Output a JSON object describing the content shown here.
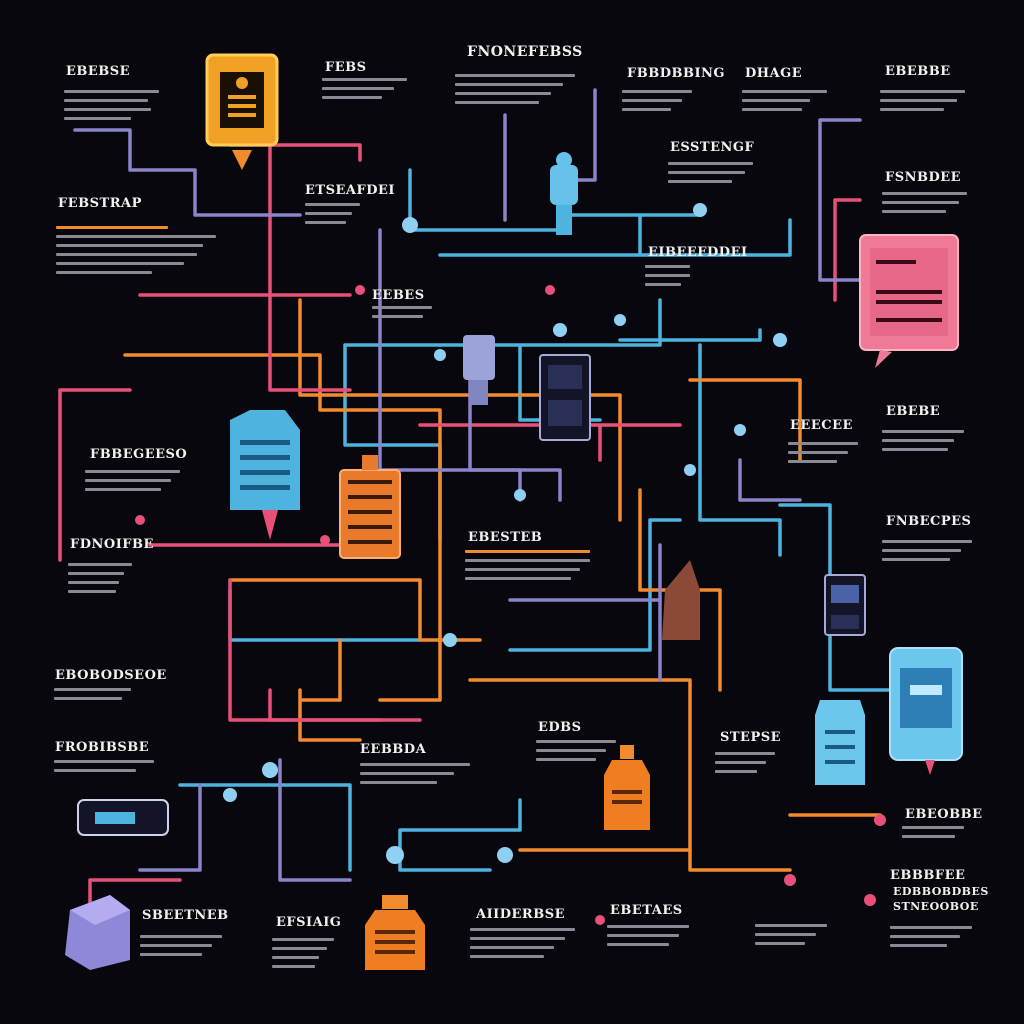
{
  "labels": {
    "top_center": "FNONEFEBSS",
    "l1": "EBEBSE",
    "l2": "FEBS",
    "l3": "FBBDBBING",
    "l4": "DHAGE",
    "l5": "EBEBBE",
    "l6": "FEBSTRAP",
    "l7": "ESSTENGF",
    "l8": "FSNBDEE",
    "l9": "ETSEAFDEI",
    "l10": "EEBES",
    "l11": "EIBEEFDDEI",
    "l12": "FBBEGEESO",
    "l13": "EEECEE",
    "l14": "EBEBE",
    "l15": "FDNOIFBE",
    "l16": "EBESTEB",
    "l17": "FNBECPES",
    "l18": "EBOBODSEOE",
    "l19": "FROBIBSBE",
    "l20": "EEBBDA",
    "l21": "EDBS",
    "l22": "STEPSE",
    "l23": "EBEOBBE",
    "l24": "EBBBFEE",
    "l25": "EDBBOBDBES",
    "l26": "STNEOOBOE",
    "l27": "SBEETNEB",
    "l28": "EFSIAIG",
    "l29": "AIIDERBSE",
    "l30": "EBETAES"
  },
  "colors": {
    "background": "#07070d",
    "pipe_blue": "#4fb3e0",
    "pipe_orange": "#f28a2e",
    "pipe_pink": "#e8507a",
    "pipe_purple": "#8a84c8",
    "panel_pink": "#f07a95",
    "device_blue": "#5fb8e6",
    "device_orange": "#ef7d22"
  },
  "icons": [
    "frame-device-icon",
    "terminal-panel-icon",
    "tablet-icon",
    "bottle-icon",
    "cabinet-icon",
    "valve-icon",
    "tank-icon",
    "drum-icon",
    "pump-icon"
  ]
}
